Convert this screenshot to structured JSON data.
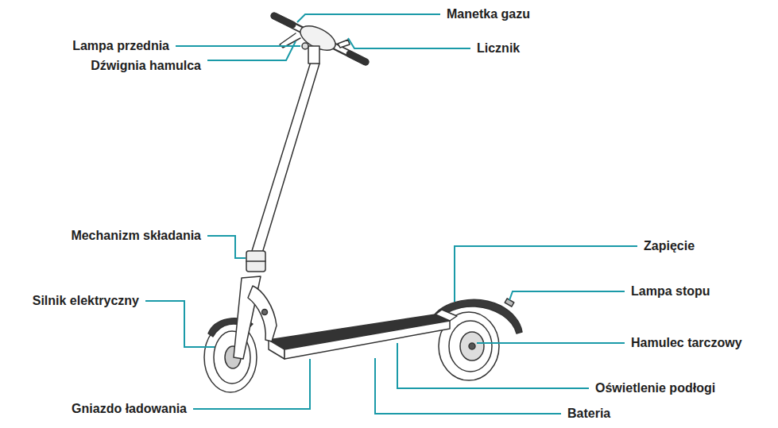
{
  "diagram": {
    "labels": [
      "Manetka gazu",
      "Lampa przednia",
      "Licznik",
      "Dźwignia hamulca",
      "Mechanizm składania",
      "Zapięcie",
      "Lampa stopu",
      "Silnik elektryczny",
      "Hamulec tarczowy",
      "Oświetlenie podłogi",
      "Gniazdo ładowania",
      "Bateria"
    ]
  }
}
